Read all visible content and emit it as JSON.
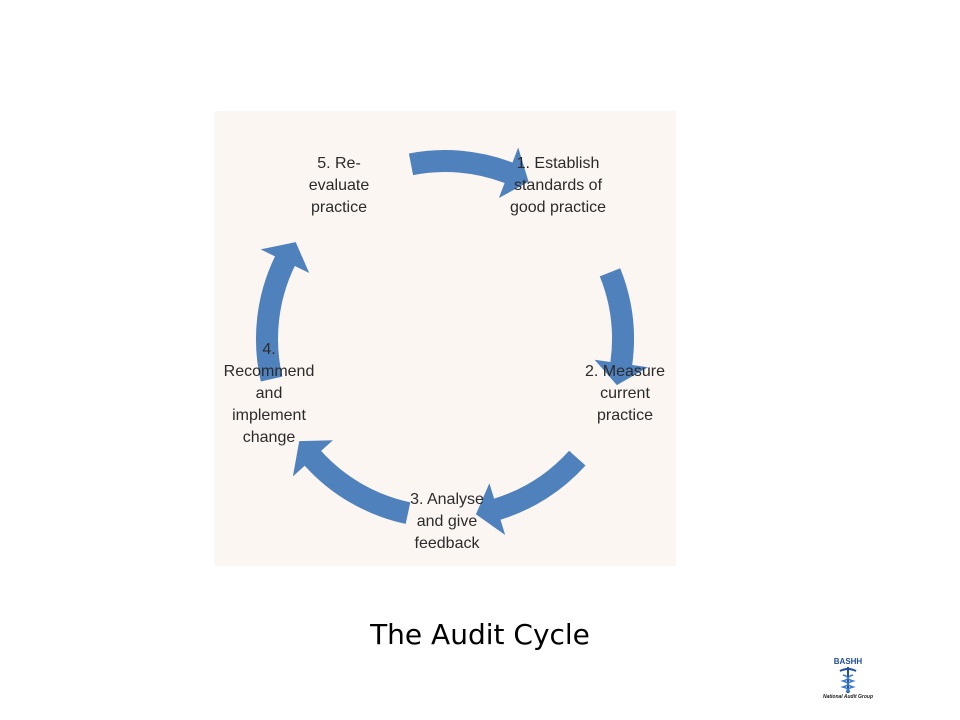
{
  "diagram": {
    "steps": [
      {
        "lines": [
          "1. Establish",
          "standards of",
          "good practice"
        ]
      },
      {
        "lines": [
          "2. Measure",
          "current",
          "practice"
        ]
      },
      {
        "lines": [
          "3. Analyse",
          "and give",
          "feedback"
        ]
      },
      {
        "lines": [
          "4.",
          "Recommend",
          "and",
          "implement",
          "change"
        ]
      },
      {
        "lines": [
          "5. Re-",
          "evaluate",
          "practice"
        ]
      }
    ],
    "arrow_color": "#4f81bd"
  },
  "caption": "The Audit Cycle",
  "logo": {
    "org": "BASHH",
    "subtitle": "National Audit Group"
  }
}
